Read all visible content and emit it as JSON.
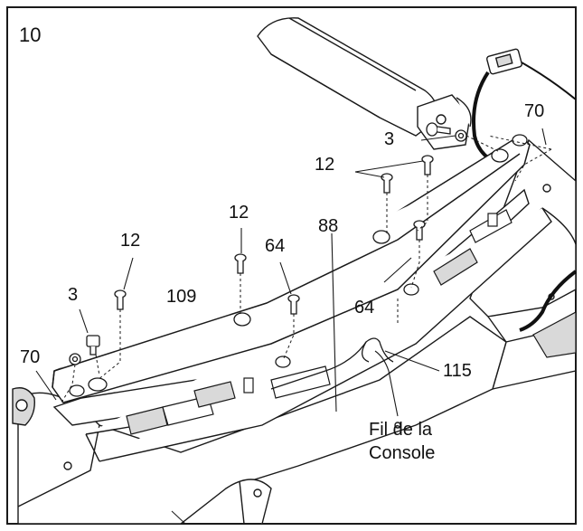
{
  "step_number": "10",
  "callouts": {
    "part_3_top": "3",
    "part_70_right": "70",
    "part_12_pair": "12",
    "part_12_middle": "12",
    "part_12_left": "12",
    "part_64_left": "64",
    "part_88": "88",
    "part_109": "109",
    "part_3_left": "3",
    "part_64_right": "64",
    "part_70_left": "70",
    "part_115": "115"
  },
  "console_wire_label": {
    "line1": "Fil de la",
    "line2": "Console"
  },
  "colors": {
    "line": "#1a1a1a",
    "fill": "#ffffff",
    "shade": "#d9d9d9",
    "dark": "#222222"
  }
}
